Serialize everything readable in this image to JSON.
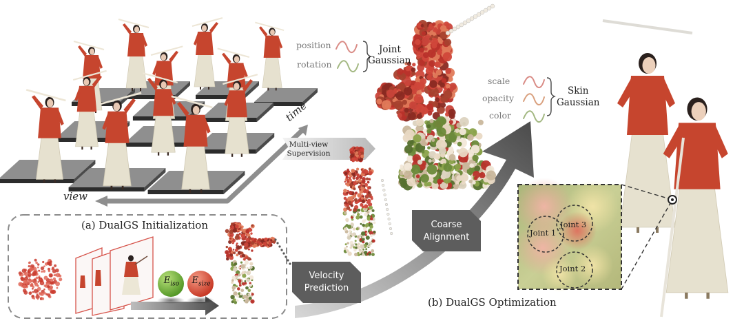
{
  "axes": {
    "time": "time",
    "view": "view"
  },
  "joint_gaussian": {
    "attributes": [
      "position",
      "rotation"
    ],
    "label_line1": "Joint",
    "label_line2": "Gaussian"
  },
  "skin_gaussian": {
    "attributes": [
      "scale",
      "opacity",
      "color"
    ],
    "label_line1": "Skin",
    "label_line2": "Gaussian"
  },
  "supervision": {
    "line1": "Multi-view",
    "line2": "Supervision"
  },
  "initialization_caption": "(a) DualGS Initialization",
  "optimization_caption": "(b) DualGS Optimization",
  "steps": {
    "velocity_line1": "Velocity",
    "velocity_line2": "Prediction",
    "coarse_line1": "Coarse",
    "coarse_line2": "Alignment"
  },
  "energy": {
    "iso_base": "E",
    "iso_sub": "iso",
    "size_base": "E",
    "size_sub": "size"
  },
  "joints": [
    "Joint 1",
    "Joint 2",
    "Joint 3"
  ],
  "colors": {
    "figure_red": "#c6452e",
    "skirt": "#e6e1cf",
    "platform": "#8c8c8c",
    "step_box": "#5d5d5d",
    "iso_ball": "#5fa52c",
    "size_ball": "#d9432f"
  }
}
